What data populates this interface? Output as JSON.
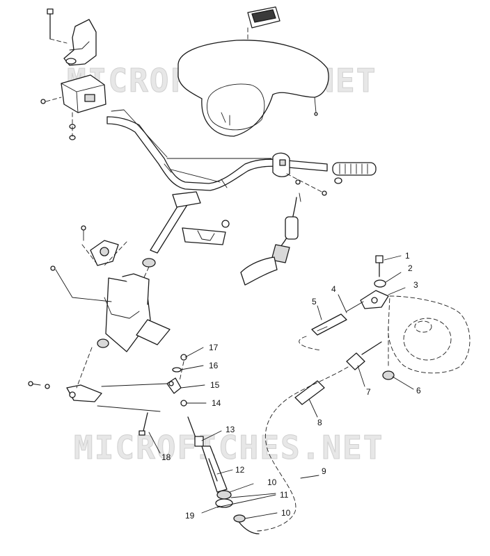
{
  "watermark": {
    "top_text": "MICROFICHES.NET",
    "bottom_text": "MICROFICHES.NET"
  },
  "callouts": {
    "c1": "1",
    "c2": "2",
    "c3": "3",
    "c4": "4",
    "c5": "5",
    "c6": "6",
    "c7": "7",
    "c8": "8",
    "c9": "9",
    "c10a": "10",
    "c10b": "10",
    "c11": "11",
    "c12": "12",
    "c13": "13",
    "c14": "14",
    "c15": "15",
    "c16": "16",
    "c17": "17",
    "c18": "18",
    "c19": "19"
  }
}
